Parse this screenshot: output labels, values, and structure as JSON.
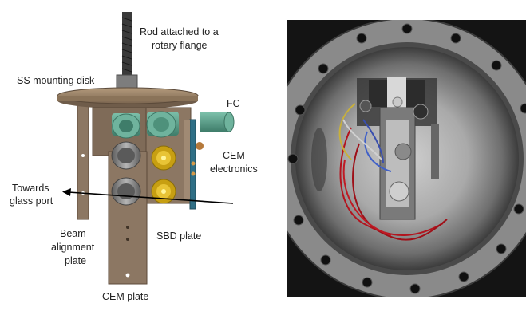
{
  "figure": {
    "labels": {
      "rod_line1": "Rod attached to a",
      "rod_line2": "rotary flange",
      "ss_disk": "SS mounting disk",
      "fc": "FC",
      "cem_elec_line1": "CEM",
      "cem_elec_line2": "electronics",
      "towards_line1": "Towards",
      "towards_line2": "glass port",
      "beam_line1": "Beam",
      "beam_line2": "alignment",
      "beam_line3": "plate",
      "sbd_plate": "SBD plate",
      "cem_plate": "CEM plate"
    },
    "colors": {
      "plate": "#8c7763",
      "plate_dark": "#6f5c4a",
      "disk": "#9a8266",
      "rod": "#3a3a3a",
      "fc_green": "#5fa08c",
      "sbd_yellow": "#d9b21e",
      "cem_grey": "#8f8f8f",
      "chamber_dark": "#141414",
      "chamber_steel": "#9a9a9a",
      "wire_red": "#b3141e"
    }
  }
}
